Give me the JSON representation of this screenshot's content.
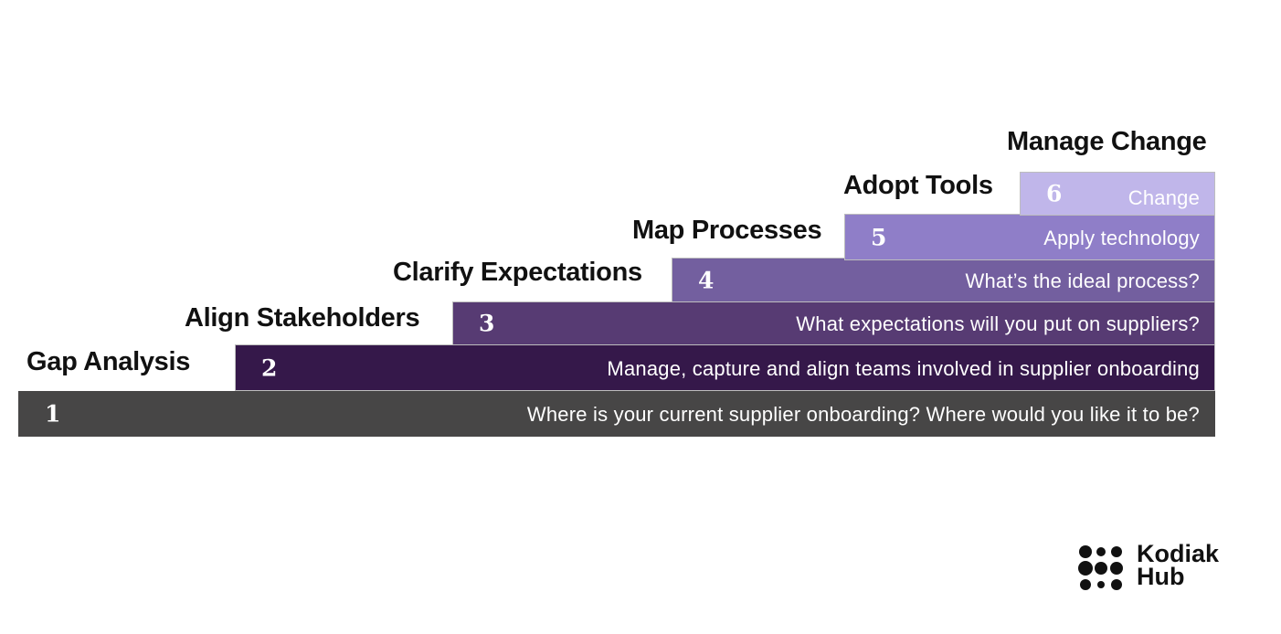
{
  "steps": [
    {
      "number": "1",
      "title": "Gap Analysis",
      "description": "Where is your current supplier onboarding? Where would you like it to be?",
      "color": "#474646"
    },
    {
      "number": "2",
      "title": "Align Stakeholders",
      "description": "Manage, capture and align teams involved in supplier onboarding",
      "color": "#35184a"
    },
    {
      "number": "3",
      "title": "Clarify Expectations",
      "description": "What expectations will you put on suppliers?",
      "color": "#573b73"
    },
    {
      "number": "4",
      "title": "Map Processes",
      "description": "What’s the ideal process?",
      "color": "#735f9f"
    },
    {
      "number": "5",
      "title": "Adopt Tools",
      "description": "Apply technology",
      "color": "#8f7ec8"
    },
    {
      "number": "6",
      "title": "Manage Change",
      "description": "Change",
      "color": "#c0b6ea"
    }
  ],
  "logo": {
    "line1": "Kodiak",
    "line2": "Hub"
  }
}
